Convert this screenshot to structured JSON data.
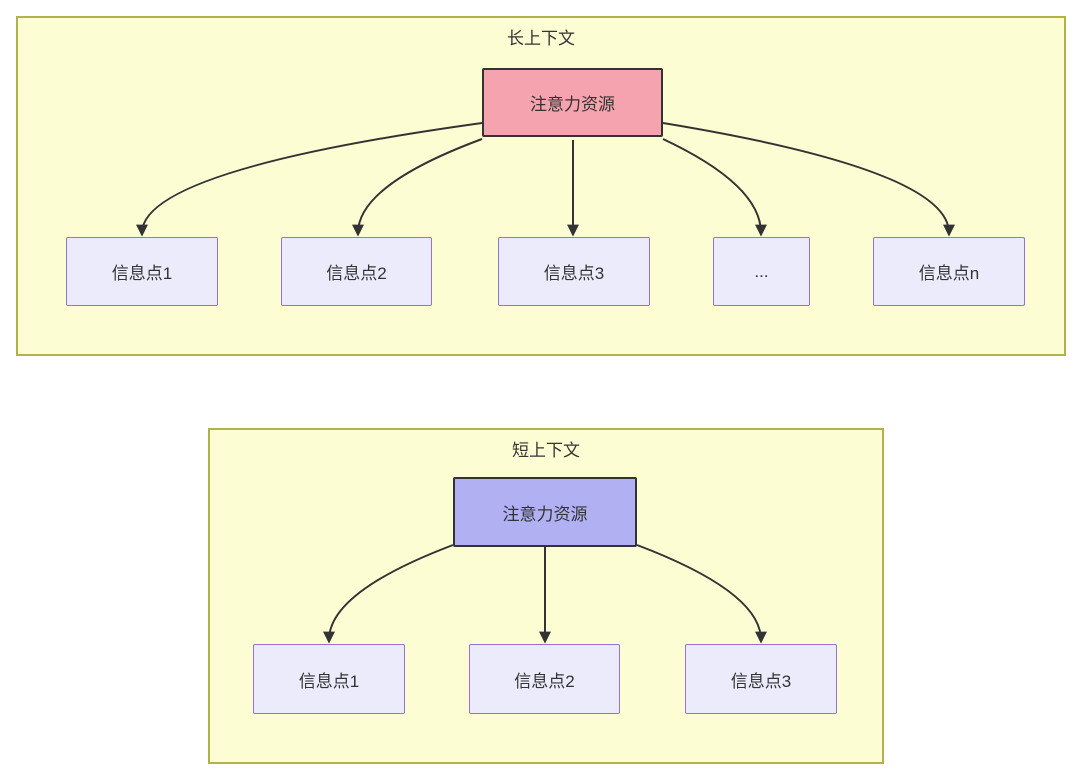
{
  "diagram": {
    "colors": {
      "container_fill": "#fdfdd4",
      "container_border": "#b2b24a",
      "pink": "#f5a3ae",
      "periwinkle": "#b0b0f2",
      "node_border": "#333333",
      "target_fill": "#ebebfb",
      "target_border": "#9673d3",
      "arrow": "#333333",
      "text": "#333333"
    },
    "long_context": {
      "title": "长上下文",
      "source": {
        "label": "注意力资源",
        "fill": "#f5a3ae"
      },
      "targets": [
        {
          "label": "信息点1"
        },
        {
          "label": "信息点2"
        },
        {
          "label": "信息点3"
        },
        {
          "label": "..."
        },
        {
          "label": "信息点n"
        }
      ]
    },
    "short_context": {
      "title": "短上下文",
      "source": {
        "label": "注意力资源",
        "fill": "#b0b0f2"
      },
      "targets": [
        {
          "label": "信息点1"
        },
        {
          "label": "信息点2"
        },
        {
          "label": "信息点3"
        }
      ]
    }
  }
}
